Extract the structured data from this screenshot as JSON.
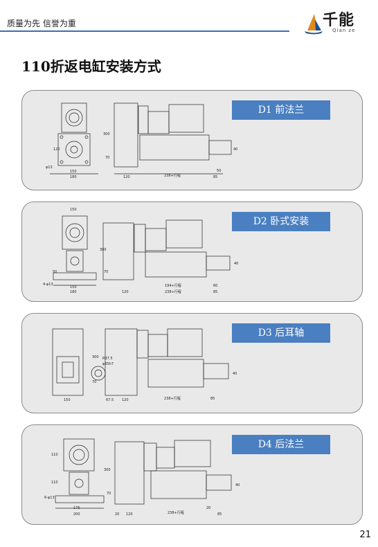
{
  "header": {
    "slogan": "质量为先 信誉为重",
    "brand_name": "千能",
    "brand_sub": "Qian ze"
  },
  "page_title": "110折返电缸安装方式",
  "page_number": "21",
  "colors": {
    "accent": "#4a7fc1",
    "header_line": "#3d6fa8",
    "logo_sail": "#e08a1e",
    "logo_hull": "#1f4e8f"
  },
  "panels": [
    {
      "label": "D1 前法兰",
      "dims": {
        "base_w": "180",
        "inner_w": "150",
        "hole": "φ13",
        "left_h": "120",
        "height": "300",
        "lower": "70",
        "body_len": "120",
        "stroke": "238+行程",
        "rod_a": "50",
        "rod_b": "85",
        "rod_c": "40"
      }
    },
    {
      "label": "D2 卧式安装",
      "dims": {
        "top_w": "150",
        "base_w": "180",
        "inner_w": "150",
        "hole": "4-φ13",
        "left_h": "50",
        "height": "300",
        "lower": "70",
        "body_len": "120",
        "mid": "194+行程",
        "stroke": "238+行程",
        "rod_a": "60",
        "rod_b": "85",
        "rod_c": "40"
      }
    },
    {
      "label": "D3 后耳轴",
      "dims": {
        "radius": "R37.5",
        "pin": "φ35h7",
        "height": "300",
        "lower": "70",
        "left_w": "150",
        "small": "67.5",
        "body_len": "120",
        "stroke": "238+行程",
        "rod_b": "85",
        "rod_c": "40"
      }
    },
    {
      "label": "D4 后法兰",
      "dims": {
        "top_h": "110",
        "mid_h": "110",
        "hole": "6-φ13",
        "base_w": "175",
        "outer_w": "200",
        "height": "300",
        "lower": "70",
        "small": "20",
        "body_len": "120",
        "stroke": "238+行程",
        "rod_a": "20",
        "rod_b": "85",
        "rod_c": "40"
      }
    }
  ]
}
